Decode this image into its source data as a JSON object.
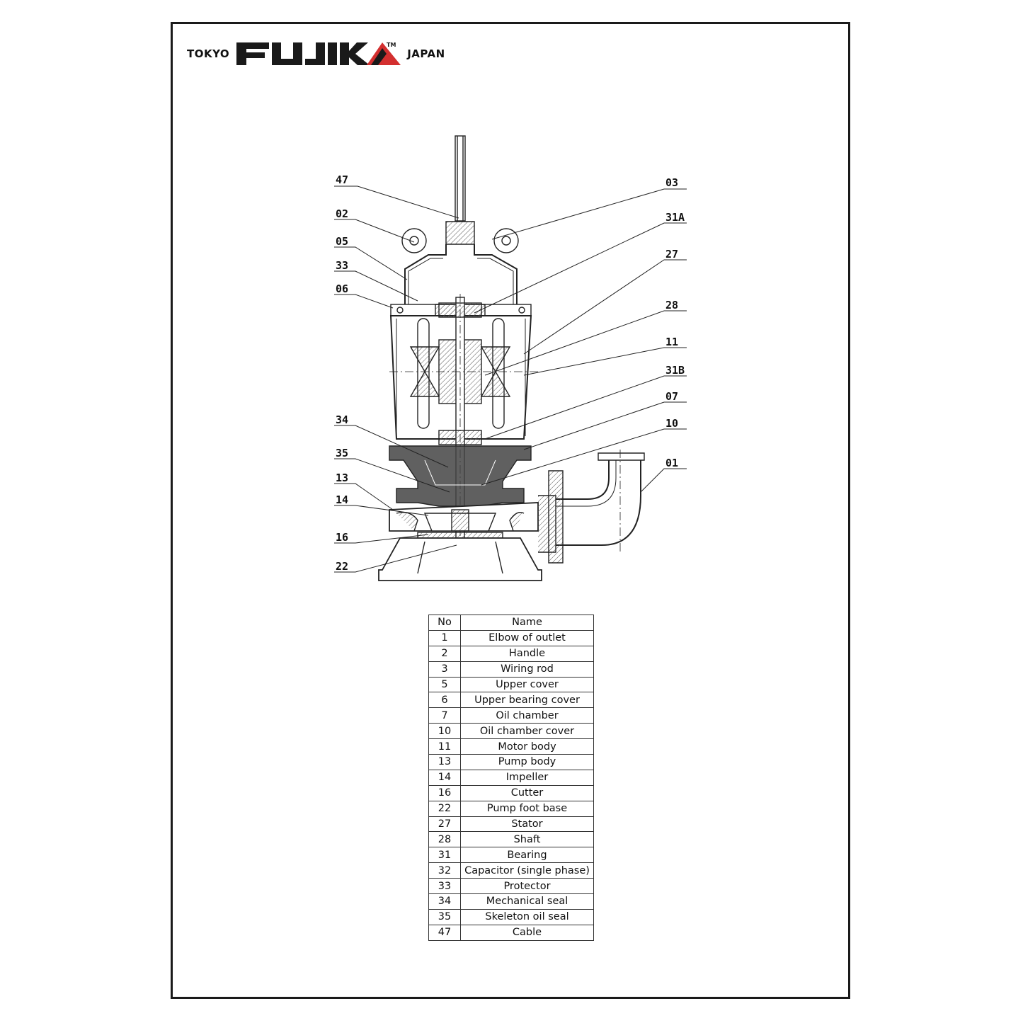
{
  "brand": {
    "left_text": "TOKYO",
    "name": "FUJIKA",
    "trademark": "TM",
    "right_text": "JAPAN",
    "colors": {
      "text": "#1a1a1a",
      "accent": "#d32f2f"
    }
  },
  "diagram": {
    "callouts": [
      "47",
      "02",
      "05",
      "33",
      "06",
      "34",
      "35",
      "13",
      "14",
      "16",
      "22",
      "03",
      "31A",
      "27",
      "28",
      "11",
      "31B",
      "07",
      "10",
      "01"
    ]
  },
  "parts_table": {
    "headers": {
      "no": "No",
      "name": "Name"
    },
    "rows": [
      {
        "no": "1",
        "name": "Elbow of outlet"
      },
      {
        "no": "2",
        "name": "Handle"
      },
      {
        "no": "3",
        "name": "Wiring rod"
      },
      {
        "no": "5",
        "name": "Upper cover"
      },
      {
        "no": "6",
        "name": "Upper bearing cover"
      },
      {
        "no": "7",
        "name": "Oil chamber"
      },
      {
        "no": "10",
        "name": "Oil chamber cover"
      },
      {
        "no": "11",
        "name": "Motor body"
      },
      {
        "no": "13",
        "name": "Pump body"
      },
      {
        "no": "14",
        "name": "Impeller"
      },
      {
        "no": "16",
        "name": "Cutter"
      },
      {
        "no": "22",
        "name": "Pump foot base"
      },
      {
        "no": "27",
        "name": "Stator"
      },
      {
        "no": "28",
        "name": "Shaft"
      },
      {
        "no": "31",
        "name": "Bearing"
      },
      {
        "no": "32",
        "name": "Capacitor (single phase)"
      },
      {
        "no": "33",
        "name": "Protector"
      },
      {
        "no": "34",
        "name": "Mechanical seal"
      },
      {
        "no": "35",
        "name": "Skeleton oil seal"
      },
      {
        "no": "47",
        "name": "Cable"
      }
    ]
  }
}
